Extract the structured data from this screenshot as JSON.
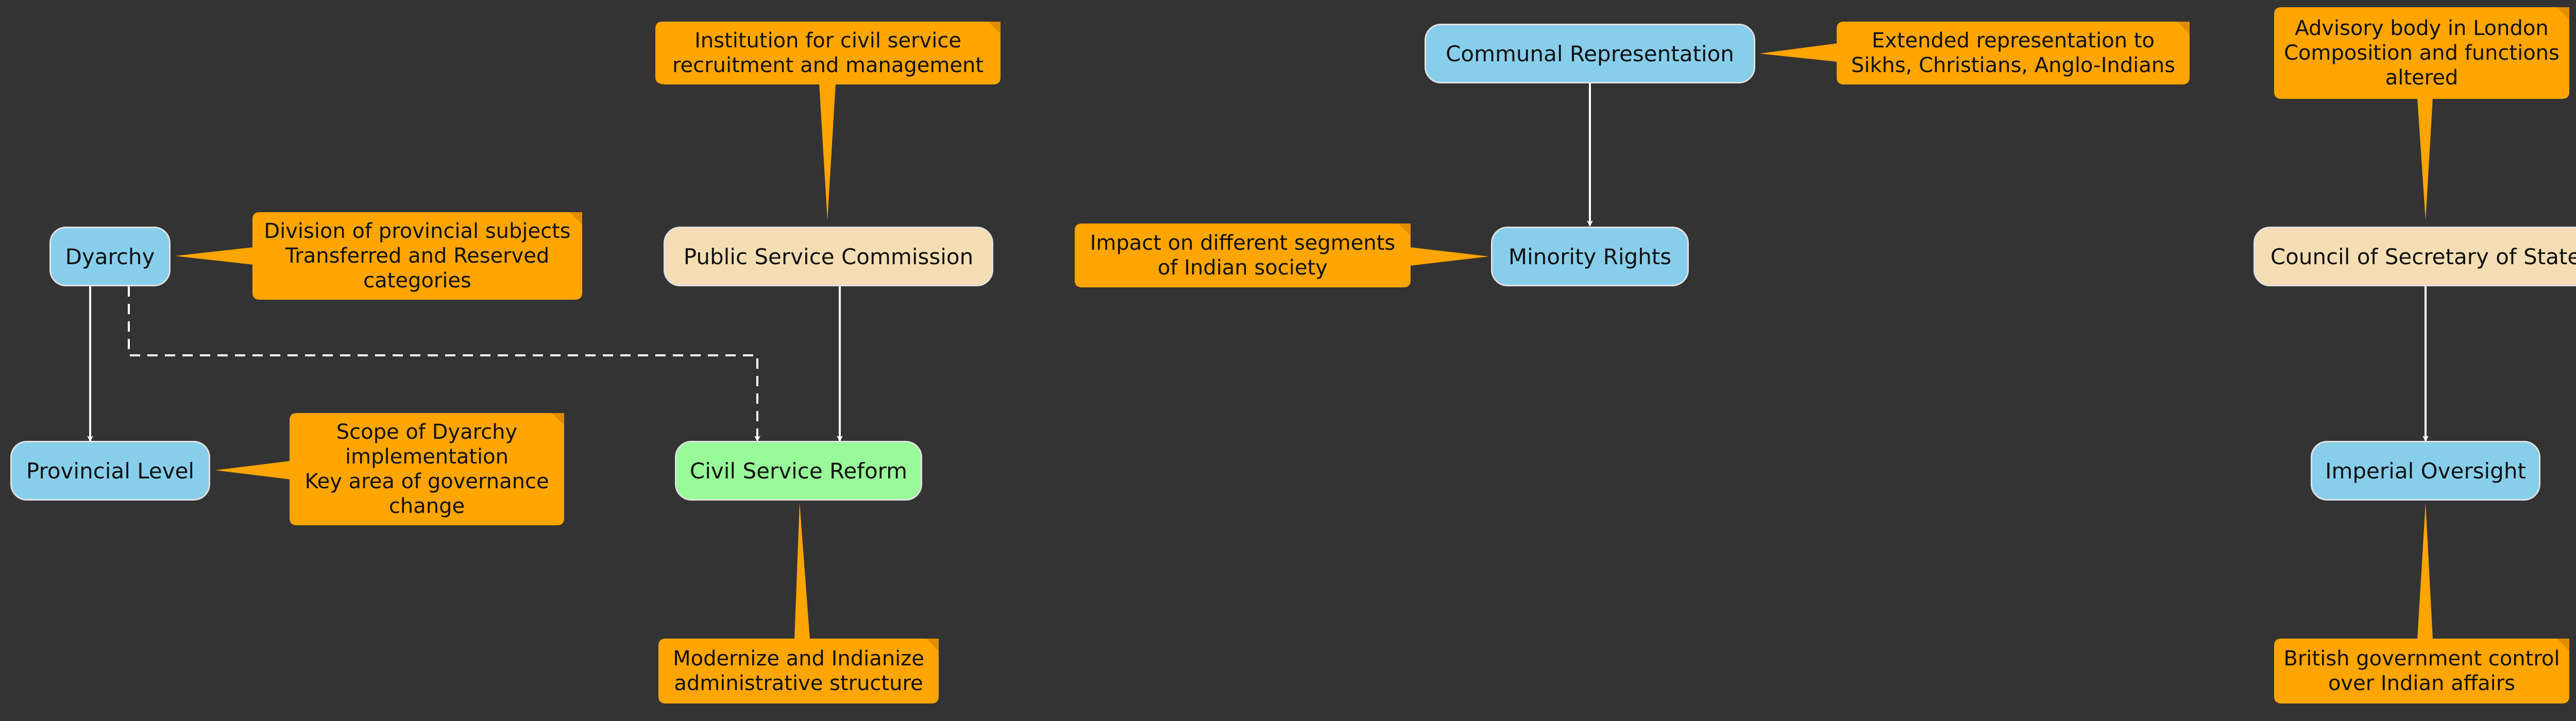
{
  "colors": {
    "background": "#333333",
    "node_blue": "#87ceeb",
    "node_tan": "#f5deb3",
    "node_green": "#98fb98",
    "note": "#ffa500",
    "edge": "#ffffff"
  },
  "nodes": {
    "dyarchy": "Dyarchy",
    "provincial_level": "Provincial Level",
    "public_service_commission": "Public Service Commission",
    "civil_service_reform": "Civil Service Reform",
    "communal_representation": "Communal Representation",
    "minority_rights": "Minority Rights",
    "council_secretary_state": "Council of Secretary of State",
    "imperial_oversight": "Imperial Oversight"
  },
  "notes": {
    "dyarchy": [
      "Division of provincial subjects",
      "Transferred and Reserved",
      "categories"
    ],
    "provincial_level": [
      "Scope of Dyarchy",
      "implementation",
      "Key area of governance",
      "change"
    ],
    "public_service_commission": [
      "Institution for civil service",
      "recruitment and management"
    ],
    "civil_service_reform": [
      "Modernize and Indianize",
      "administrative structure"
    ],
    "communal_representation": [
      "Extended representation to",
      "Sikhs, Christians, Anglo-Indians"
    ],
    "minority_rights": [
      "Impact on different segments",
      "of Indian society"
    ],
    "council_secretary_state": [
      "Advisory body in London",
      "Composition and functions",
      "altered"
    ],
    "imperial_oversight": [
      "British government control",
      "over Indian affairs"
    ]
  }
}
